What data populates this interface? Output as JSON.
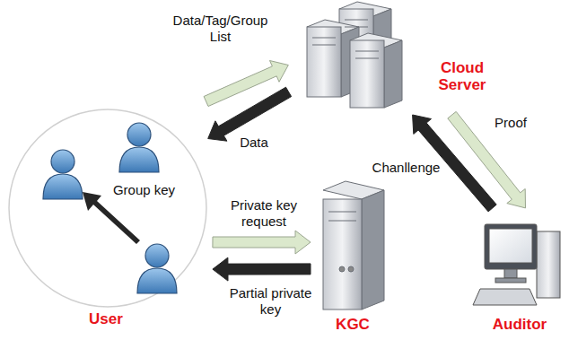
{
  "diagram": {
    "nodes": [
      {
        "text": [
          "Cloud Server"
        ]
      },
      {
        "text": [
          "User"
        ]
      },
      {
        "text": [
          "KGC"
        ]
      },
      {
        "text": [
          "Auditor"
        ]
      }
    ],
    "edges": [
      {
        "from": 1,
        "to": 0,
        "label": "Data/Tag/Group List",
        "arrow": "to"
      },
      {
        "from": 0,
        "to": 1,
        "label": "Data",
        "arrow": "to"
      },
      {
        "from": 1,
        "to": 2,
        "label": "Private key request",
        "arrow": "to"
      },
      {
        "from": 2,
        "to": 1,
        "label": "Partial private key",
        "arrow": "to"
      },
      {
        "from": 3,
        "to": 0,
        "label": "Chanllenge",
        "arrow": "to"
      },
      {
        "from": 0,
        "to": 3,
        "label": "Proof",
        "arrow": "to"
      }
    ],
    "labels": [
      "Group key"
    ]
  }
}
